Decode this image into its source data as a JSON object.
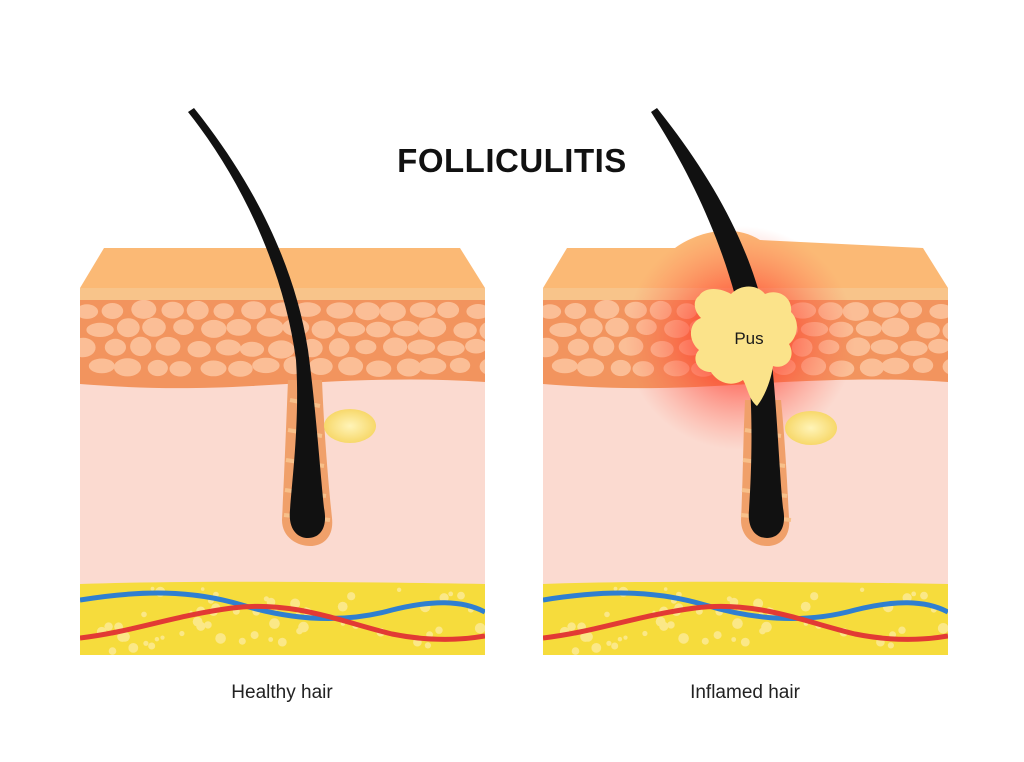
{
  "title": "FOLLICULITIS",
  "panels": [
    {
      "caption": "Healthy hair"
    },
    {
      "caption": "Inflamed hair",
      "pus_label": "Pus"
    }
  ],
  "colors": {
    "epidermis_top": "#fbb975",
    "epidermis_band": "#f8c48a",
    "dermis_cells_bg": "#f2945e",
    "dermis_cell": "#fbbe96",
    "dermis": "#fbdad0",
    "follicle_sheath": "#f0a06a",
    "hair": "#111111",
    "sebaceous_gland": "#fde38c",
    "fat_layer": "#f6dc3c",
    "fat_dot": "#fbe887",
    "vein": "#2f7fd0",
    "artery": "#e23a34",
    "pus": "#fbe38a",
    "inflammation": "#ff3d2e"
  }
}
